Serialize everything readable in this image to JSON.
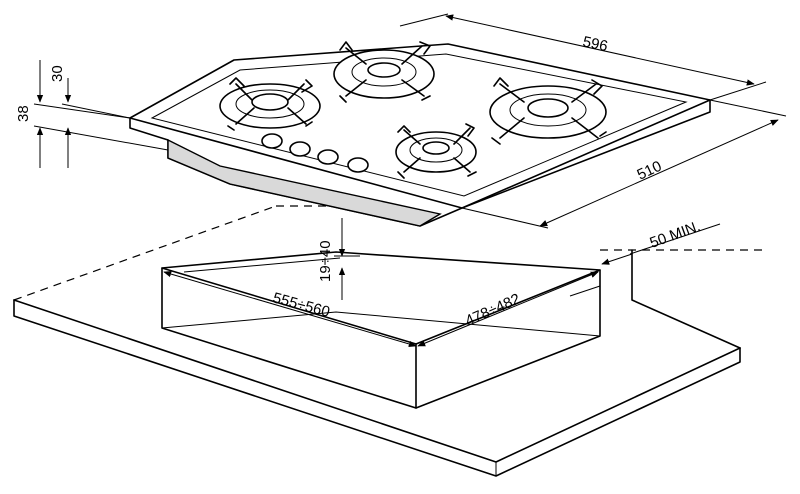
{
  "dimensions": {
    "width": "596",
    "depth": "510",
    "height_total": "38",
    "height_top": "30",
    "cutout_width": "555÷560",
    "cutout_depth": "478÷482",
    "cutout_gap": "19÷40",
    "min_clearance": "50 MIN."
  },
  "burners": [
    "burner-rear-left",
    "burner-rear-center",
    "burner-rear-right",
    "burner-front"
  ],
  "knob_count": 4
}
